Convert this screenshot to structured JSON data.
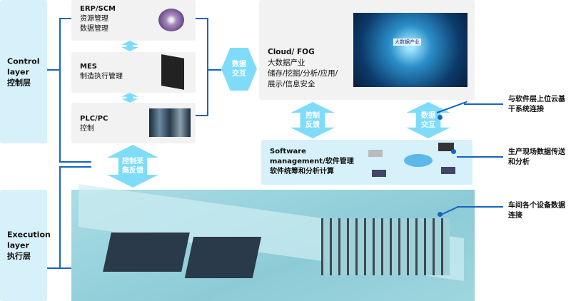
{
  "layers": {
    "control": "Control\nlayer\n控制层",
    "execution": "Execution\nlayer\n执行层"
  },
  "erp": {
    "title": "ERP/SCM",
    "desc": "资源管理\n数据管理"
  },
  "mes": {
    "title": "MES",
    "desc": "制造执行管理"
  },
  "plc": {
    "title": "PLC/PC",
    "desc": "控制"
  },
  "cloud": {
    "title": "Cloud/ FOG",
    "desc": "大数据产业\n储存/挖掘/分析/应用/\n展示/信息安全",
    "image_label": "大数据产业"
  },
  "software": {
    "title": "Software\nmanagement/软件管理",
    "desc": "软件统筹和分析计算"
  },
  "arrows": {
    "data_exchange_left": "数据\n交互",
    "control_feedback": "控制\n反馈",
    "data_exchange_right": "数据\n交互",
    "control_collect": "控制采\n集反馈"
  },
  "notes": [
    "与软件层上位云基\n干系统连接",
    "生产现场数据传送\n和分析",
    "车间各个设备数据\n连接"
  ]
}
